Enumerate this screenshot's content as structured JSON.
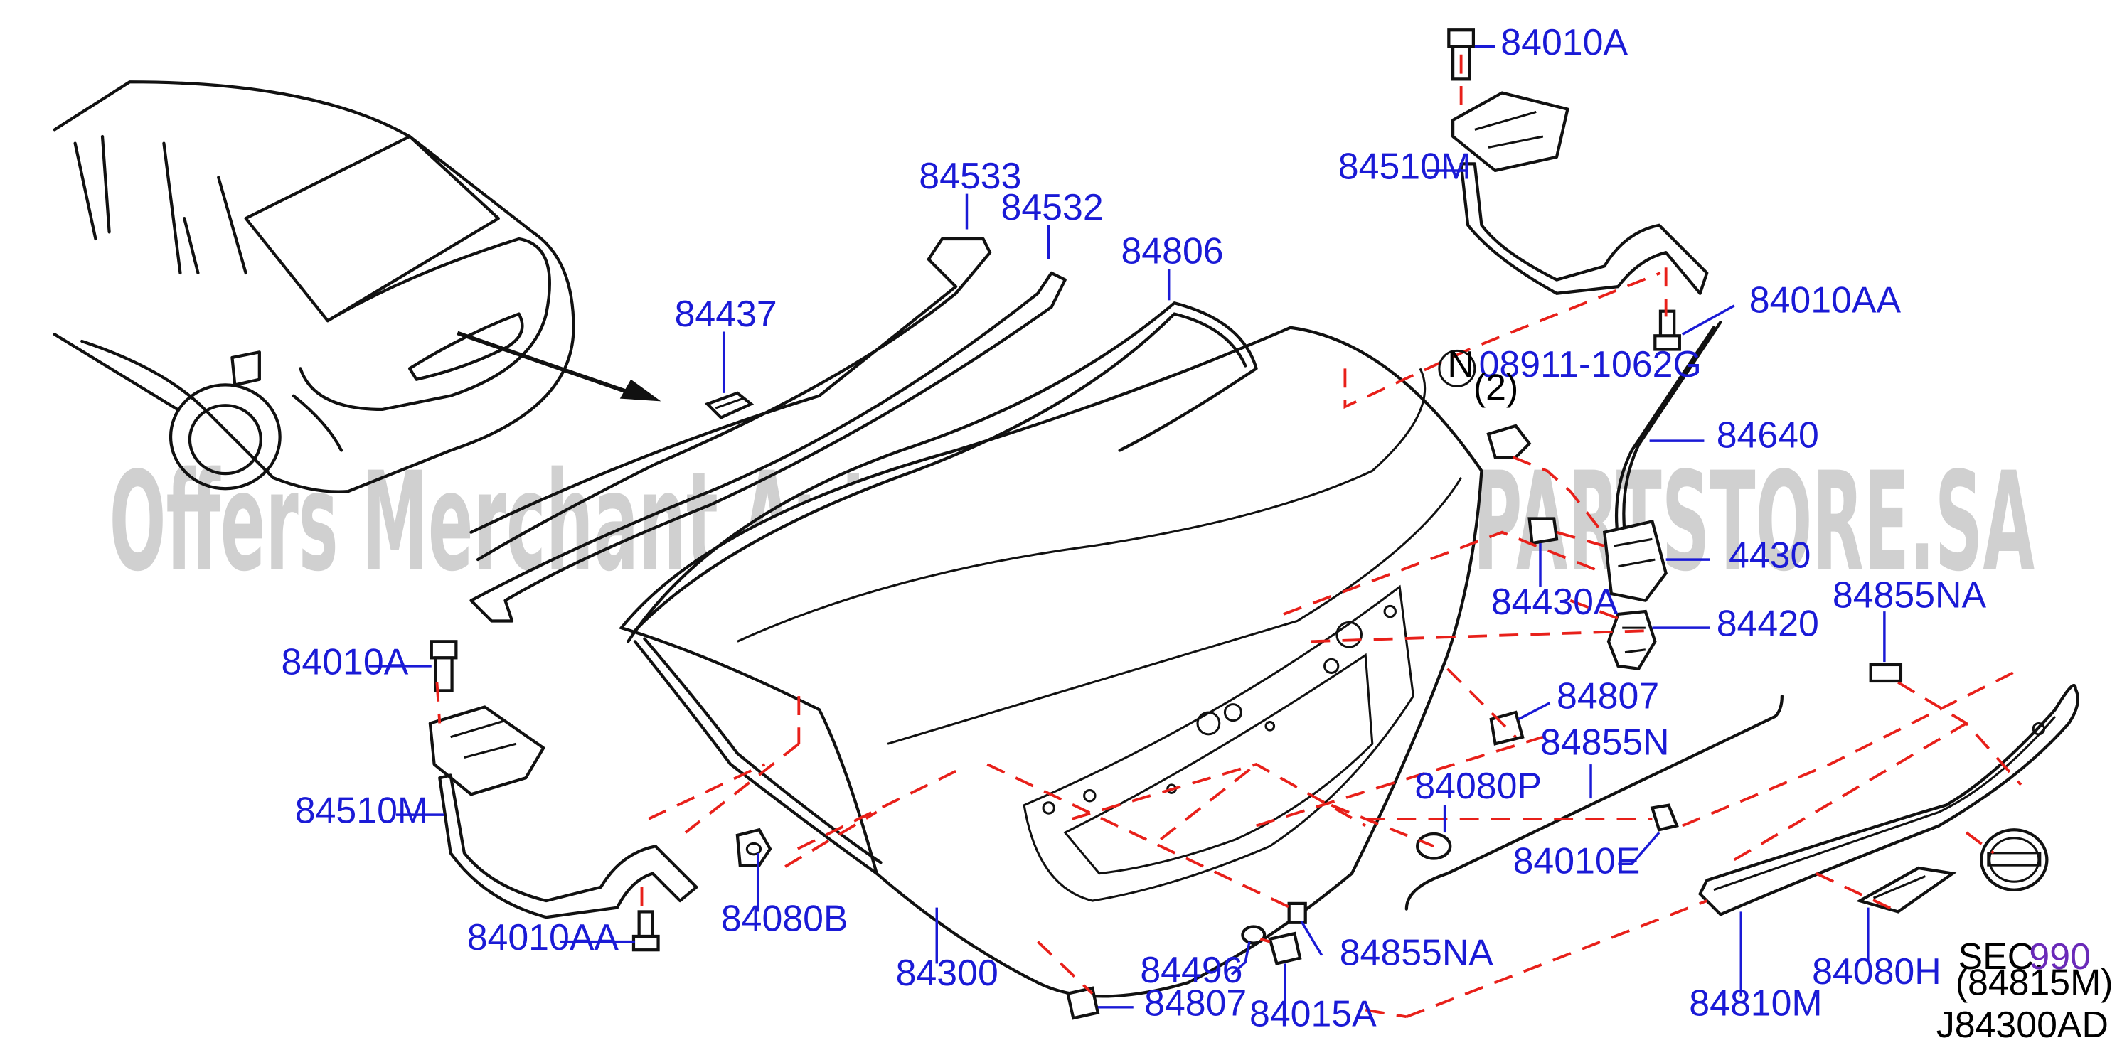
{
  "diagram": {
    "reference_code": "J84300AD",
    "watermark": "Offers Merchant Auto Parts Catalog PARTSTORE.SA",
    "colors": {
      "callout": "#1a1ad6",
      "dashed_guide": "#e8201a",
      "line_art": "#111111",
      "watermark": "#c8c8c8",
      "sec_ref": "#6a2ab8"
    },
    "callouts": {
      "c84010A_top": "84010A",
      "c84510M_top": "84510M",
      "c84010AA_top": "84010AA",
      "c08911": "08911-1062G",
      "c08911_qty": "(2)",
      "c08911_marker": "N",
      "c84640": "84640",
      "c84430": "4430",
      "c84430A": "84430A",
      "c84420": "84420",
      "c84855NA_right": "84855NA",
      "c84807_mid": "84807",
      "c84855N": "84855N",
      "c84080P": "84080P",
      "c84010E": "84010E",
      "c84533": "84533",
      "c84532": "84532",
      "c84806": "84806",
      "c84437": "84437",
      "c84010A_left": "84010A",
      "c84510M_left": "84510M",
      "c84010AA_left": "84010AA",
      "c84080B": "84080B",
      "c84300": "84300",
      "c84496": "84496",
      "c84807_bottom": "84807",
      "c84015A": "84015A",
      "c84855NA_bottom": "84855NA",
      "c84810M": "84810M",
      "c84080H": "84080H",
      "sec_prefix": "SEC.",
      "sec_number": "990",
      "sec_ref": "(84815M)"
    }
  }
}
